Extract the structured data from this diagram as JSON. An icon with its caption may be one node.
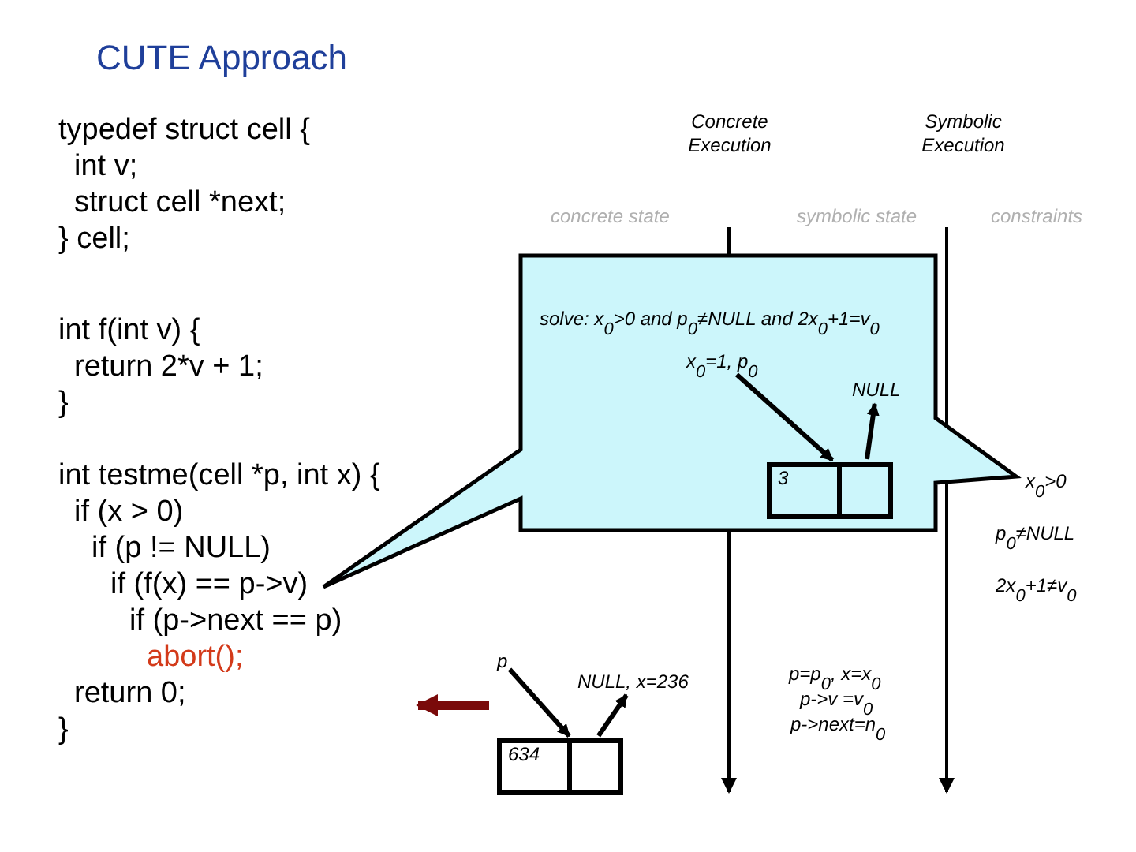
{
  "diagram": {
    "title": "CUTE Approach",
    "nodes": [
      {
        "text": [
          "solve: x$_{0}$>0 and p$_{0}$≠NULL and 2x$_{0}$+1=v$_{0}$"
        ]
      },
      {
        "text": [
          "x$_{0}$=1, p$_{0}$"
        ],
        "in": 0
      },
      {
        "text": [
          "NULL"
        ],
        "in": 0
      },
      {
        "text": [
          "3"
        ],
        "in": 0
      },
      {
        "text": [
          "p"
        ]
      },
      {
        "text": [
          "NULL, x=236"
        ]
      },
      {
        "text": [
          "634"
        ]
      }
    ],
    "edges": [
      {
        "from": 1,
        "to": 3,
        "arrow": "to"
      },
      {
        "from": 3,
        "to": 2,
        "arrow": "to"
      },
      {
        "from": 4,
        "to": 6,
        "arrow": "to"
      },
      {
        "from": 6,
        "to": 5,
        "arrow": "to"
      }
    ],
    "labels": [
      "typedef struct cell {",
      "int v;",
      "struct cell *next;",
      "} cell;",
      "int f(int v) {",
      "return 2*v + 1;",
      "}",
      "int testme(cell *p, int x) {",
      "if (x > 0)",
      "if (p != NULL)",
      "if (f(x) == p->v)",
      "if (p->next == p)",
      "abort();",
      "return 0;",
      "}",
      "Concrete Execution",
      "Symbolic Execution",
      "concrete state",
      "symbolic state",
      "constraints",
      "p=p$_{0}$, x=x$_{0}$",
      "p->v =v$_{0}$",
      "p->next=n$_{0}$",
      "x$_{0}$>0",
      "p$_{0}$≠NULL",
      "2x$_{0}$+1≠v$_{0}$"
    ]
  }
}
